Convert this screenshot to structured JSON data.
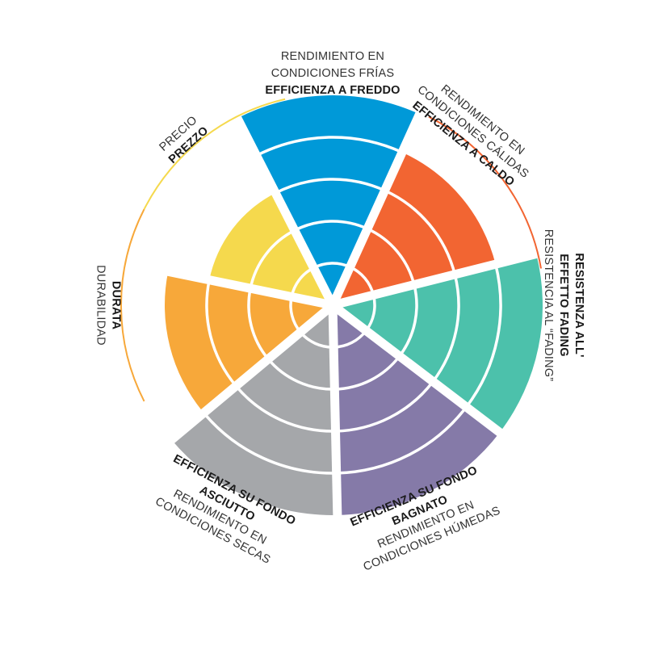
{
  "chart_data": {
    "type": "polar-area",
    "rings": 5,
    "grid": true,
    "segments": [
      {
        "key": "cold",
        "name_es": "RENDIMIENTO EN CONDICIONES FRÍAS",
        "name_it": "EFFICIENZA A FREDDO",
        "label_lines": [
          "RENDIMIENTO EN",
          "CONDICIONES FRÍAS",
          "EFFICIENZA A FREDDO"
        ],
        "value": 5,
        "color": "#0099d8"
      },
      {
        "key": "hot",
        "name_es": "RENDIMIENTO EN CONDICIONES CÁLIDAS",
        "name_it": "EFFICIENZA A CALDO",
        "label_lines": [
          "RENDIMIENTO EN",
          "CONDICIONES CÁLIDAS",
          "EFFICIENZA A CALDO"
        ],
        "value": 4,
        "color": "#f26532"
      },
      {
        "key": "fading",
        "name_es": "RESISTENCIA AL “FADING”",
        "name_it": "RESISTENZA ALL' EFFETTO FADING",
        "label_lines": [
          "RESISTENZA ALL'",
          "EFFETTO FADING",
          "RESISTENCIA AL “FADING”"
        ],
        "value": 5,
        "color": "#4cc1ab"
      },
      {
        "key": "wet",
        "name_es": "RENDIMIENTO EN CONDICIONES HÚMEDAS",
        "name_it": "EFFICIENZA SU FONDO BAGNATO",
        "label_lines": [
          "EFFICIENZA SU FONDO",
          "BAGNATO",
          "RENDIMIENTO EN",
          "CONDICIONES HÚMEDAS"
        ],
        "value": 5,
        "color": "#857aa8"
      },
      {
        "key": "dry",
        "name_es": "RENDIMIENTO EN CONDICIONES SECAS",
        "name_it": "EFFICIENZA SU FONDO ASCIUTTO",
        "label_lines": [
          "EFFICIENZA SU FONDO",
          "ASCIUTTO",
          "RENDIMIENTO EN",
          "CONDICIONES SECAS"
        ],
        "value": 5,
        "color": "#a5a7aa"
      },
      {
        "key": "durability",
        "name_es": "DURABILIDAD",
        "name_it": "DURATA",
        "label_lines": [
          "DURATA",
          "DURABILIDAD"
        ],
        "value": 4,
        "color": "#f7a83a"
      },
      {
        "key": "price",
        "name_es": "PRECIO",
        "name_it": "PREZZO",
        "label_lines": [
          "PRECIO",
          "PREZZO"
        ],
        "value": 3,
        "color": "#f5d94d"
      }
    ]
  }
}
